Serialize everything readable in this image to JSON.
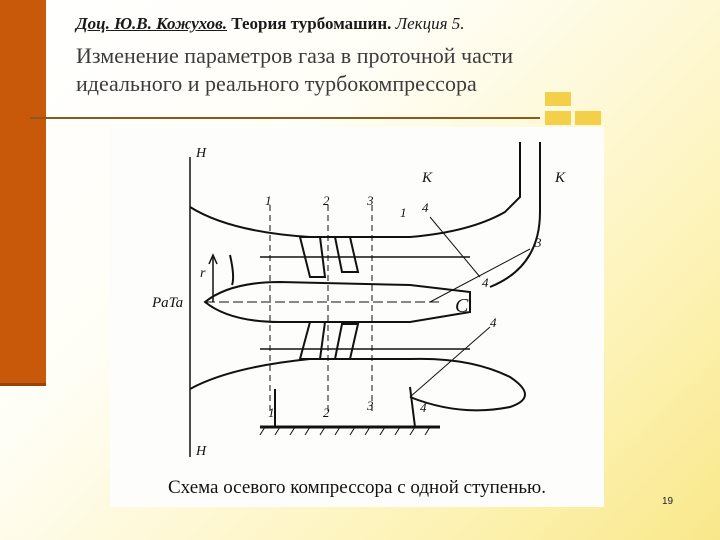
{
  "header": {
    "author": "Доц. Ю.В. Кожухов.",
    "course": "Теория турбомашин.",
    "lecture": "Лекция 5."
  },
  "title": {
    "line1": "Изменение параметров газа в проточной части",
    "line2": "идеального и реального турбокомпрессора"
  },
  "figure": {
    "caption": "Схема осевого компрессора с одной ступенью.",
    "labels": {
      "h_top": "Н",
      "h_bottom": "Н",
      "k_left": "К",
      "k_right": "К",
      "pa_ta": "PaTa",
      "r": "r",
      "c": "C",
      "s1": "1",
      "s2": "2",
      "s3": "3",
      "s4": "4"
    }
  },
  "page_number": "19",
  "colors": {
    "accent_bar": "#c8590a",
    "decor_square": "#f4d04a",
    "rule": "#8a5a1a"
  }
}
